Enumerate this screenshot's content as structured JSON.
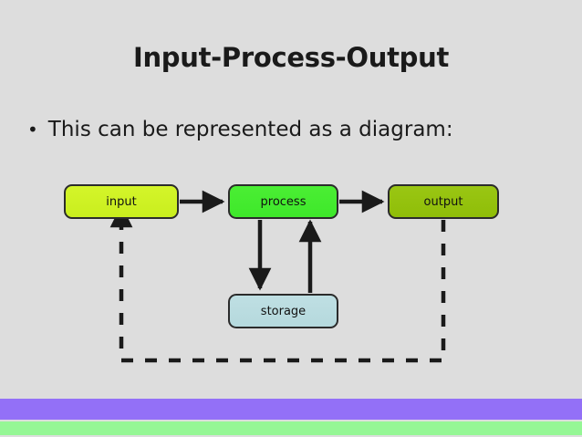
{
  "slide": {
    "background_color": "#dddddd",
    "title": "Input-Process-Output",
    "bullet_marker": "•",
    "bullet_text": "This can be represented as a diagram:"
  },
  "diagram": {
    "type": "flowchart",
    "nodes": [
      {
        "id": "input",
        "label": "input",
        "fill": "#cbef22",
        "border": "#2b2b2b"
      },
      {
        "id": "process",
        "label": "process",
        "fill": "#44ea2f",
        "border": "#2b2b2b"
      },
      {
        "id": "output",
        "label": "output",
        "fill": "#93c10d",
        "border": "#2b2b2b"
      },
      {
        "id": "storage",
        "label": "storage",
        "fill": "#bbdce0",
        "border": "#2b2b2b"
      }
    ],
    "edges": [
      {
        "from": "input",
        "to": "process",
        "style": "solid",
        "arrow": "end"
      },
      {
        "from": "process",
        "to": "output",
        "style": "solid",
        "arrow": "end"
      },
      {
        "from": "process",
        "to": "storage",
        "style": "solid",
        "arrow": "end"
      },
      {
        "from": "storage",
        "to": "process",
        "style": "solid",
        "arrow": "end"
      },
      {
        "from": "output",
        "to": "input",
        "style": "dashed",
        "arrow": "end"
      }
    ],
    "line_color": "#1a1a1a"
  },
  "footer": {
    "bar_purple_color": "#9370f7",
    "bar_green_color": "#95f795"
  }
}
